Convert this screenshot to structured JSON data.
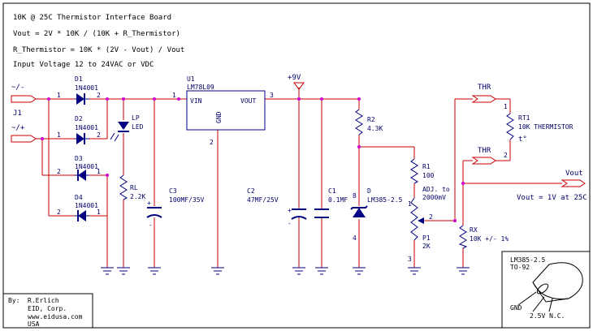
{
  "notes": [
    "10K @ 25C Thermistor Interface Board",
    "Vout = 2V * 10K / (10K + R_Thermistor)",
    "R_Thermistor = 10K * (2V - Vout) / Vout",
    "Input Voltage 12 to 24VAC or VDC"
  ],
  "connectors": {
    "j1_pin_a": "~/-",
    "j1_pin_b": "~/+",
    "j1": "J1",
    "thr_top": "THR",
    "thr_bottom": "THR",
    "vout": "Vout",
    "vout_note": "Vout = 1V at 25C",
    "supply": "+9V"
  },
  "components": {
    "d1": {
      "ref": "D1",
      "value": "1N4001"
    },
    "d2": {
      "ref": "D2",
      "value": "1N4001"
    },
    "d3": {
      "ref": "D3",
      "value": "1N4001"
    },
    "d4": {
      "ref": "D4",
      "value": "1N4001"
    },
    "lp": {
      "ref": "LP",
      "value": "LED"
    },
    "rl": {
      "ref": "RL",
      "value": "2.2K"
    },
    "c3": {
      "ref": "C3",
      "value": "100MF/35V"
    },
    "u1": {
      "ref": "U1",
      "value": "LM78L09",
      "vin": "VIN",
      "vout": "VOUT",
      "gnd": "GND"
    },
    "c2": {
      "ref": "C2",
      "value": "47MF/25V"
    },
    "c1": {
      "ref": "C1",
      "value": "0.1MF"
    },
    "r2": {
      "ref": "R2",
      "value": "4.3K"
    },
    "d": {
      "ref": "D",
      "value": "LM385-2.5"
    },
    "r1": {
      "ref": "R1",
      "value": "100"
    },
    "adj": {
      "line1": "ADJ. to",
      "line2": "2000mV"
    },
    "p1": {
      "ref": "P1",
      "value": "2K"
    },
    "rt1": {
      "ref": "RT1",
      "value": "10K THERMISTOR",
      "temp_symbol": "t°"
    },
    "rx": {
      "ref": "RX",
      "value": "10K +/- 1%"
    }
  },
  "pins": {
    "d1_1": "1",
    "d1_2": "2",
    "d2_1": "1",
    "d2_2": "2",
    "d3_2": "2",
    "d3_1": "1",
    "d4_2": "2",
    "d4_1": "1",
    "u1_1": "1",
    "u1_3": "3",
    "u1_2": "2",
    "d_8": "8",
    "d_4": "4",
    "p1_1": "1",
    "p1_2": "2",
    "p1_3": "3",
    "rt1_1": "1",
    "rt1_2": "2"
  },
  "package": {
    "title": "LM385-2.5",
    "pkg": "TO-92",
    "pin_gnd": "GND",
    "pin_bottom": "2.5V  N.C."
  },
  "author": {
    "by": "By:",
    "name": "R.Erlich",
    "company": "EID, Corp.",
    "web": "www.eidusa.com",
    "country": "USA"
  },
  "colors": {
    "wire": "#cc0000",
    "label": "#000066",
    "dot": "#cc00cc",
    "component": "#000080"
  }
}
